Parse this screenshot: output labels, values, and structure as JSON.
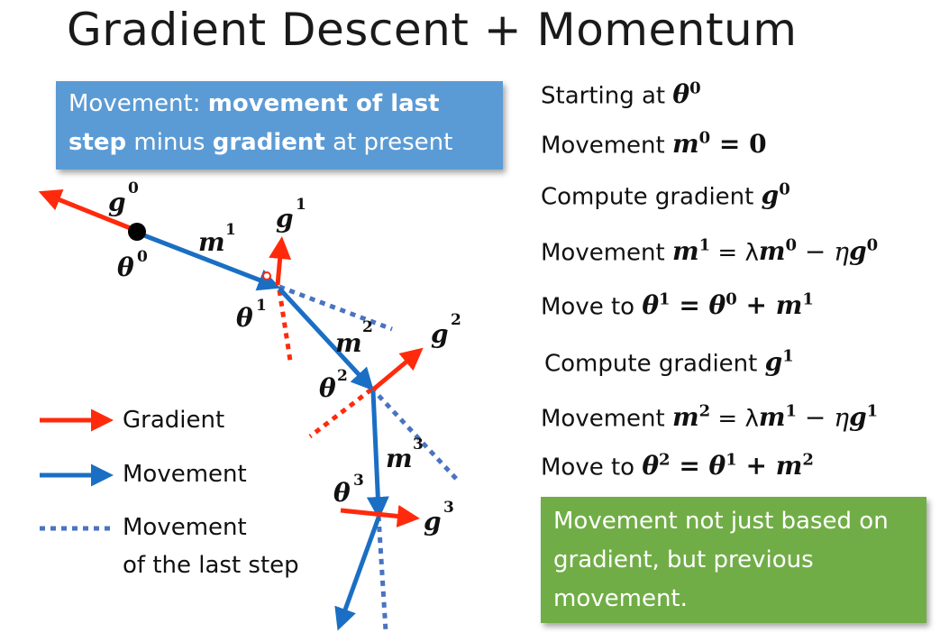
{
  "title": "Gradient Descent + Momentum",
  "blue_box": {
    "prefix": "Movement: ",
    "bold1": "movement of last step",
    "mid": " minus ",
    "bold2": "gradient",
    "suffix": " at present"
  },
  "steps": {
    "s1_text": "Starting at ",
    "s1_sym": "θ",
    "s1_sup": "0",
    "s2_text": "Movement ",
    "s2_sym": "m",
    "s2_sup": "0",
    "s2_rhs": " = 0",
    "s3_text": "Compute gradient ",
    "s3_sym": "g",
    "s3_sup": "0",
    "s4_text": "Movement ",
    "s4_sym": "m",
    "s4_sup": "1",
    "s4_eq": " = λ",
    "s4_sym2": "m",
    "s4_sup2": "0",
    "s4_minus": " − η",
    "s4_sym3": "g",
    "s4_sup3": "0",
    "s5_text": "Move to ",
    "s5_sym": "θ",
    "s5_sup": "1",
    "s5_eq": " = ",
    "s5_sym2": "θ",
    "s5_sup2": "0",
    "s5_plus": " + ",
    "s5_sym3": "m",
    "s5_sup3": "1",
    "s6_text": "Compute gradient ",
    "s6_sym": "g",
    "s6_sup": "1",
    "s7_text": "Movement ",
    "s7_sym": "m",
    "s7_sup": "2",
    "s7_eq": " = λ",
    "s7_sym2": "m",
    "s7_sup2": "1",
    "s7_minus": " − η",
    "s7_sym3": "g",
    "s7_sup3": "1",
    "s8_text": "Move to ",
    "s8_sym": "θ",
    "s8_sup": "2",
    "s8_eq": " = ",
    "s8_sym2": "θ",
    "s8_sup2": "1",
    "s8_plus": " + ",
    "s8_sym3": "m",
    "s8_sup3": "2"
  },
  "green_box": "Movement not just based on gradient, but previous movement.",
  "legend": {
    "gradient": "Gradient",
    "movement": "Movement",
    "last_line1": "Movement",
    "last_line2": "of the last step"
  },
  "diagram_labels": {
    "g": "g",
    "m": "m",
    "theta": "θ",
    "sup0": "0",
    "sup1": "1",
    "sup2": "2",
    "sup3": "3"
  },
  "colors": {
    "gradient": "#ff2a0c",
    "movement": "#1a6fc4",
    "last_step": "#4a73c0",
    "blue_box": "#5b9bd5",
    "green_box": "#71ad47"
  }
}
